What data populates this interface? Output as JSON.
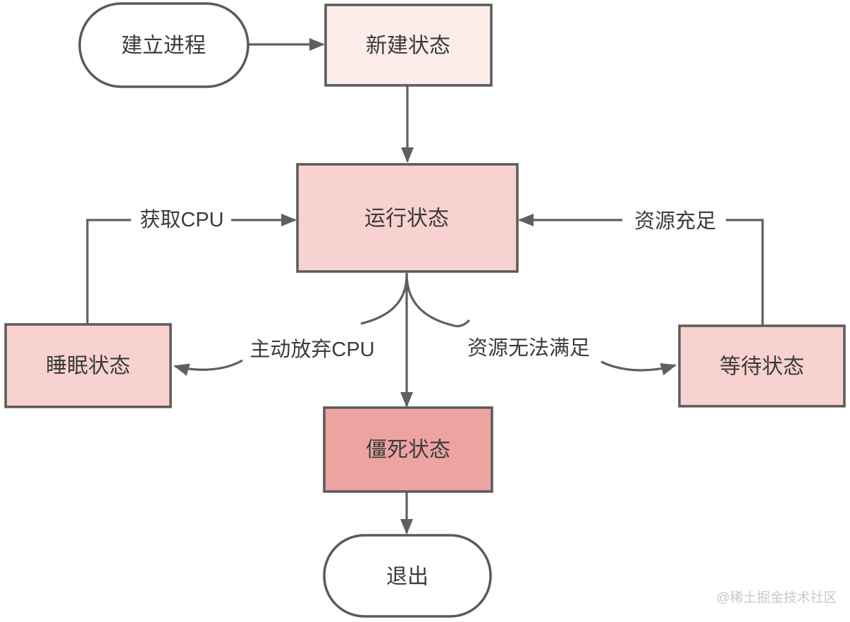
{
  "diagram": {
    "type": "flowchart",
    "subject": "process-states",
    "nodes": {
      "create_process": {
        "label": "建立进程"
      },
      "new_state": {
        "label": "新建状态"
      },
      "running_state": {
        "label": "运行状态"
      },
      "sleep_state": {
        "label": "睡眠状态"
      },
      "waiting_state": {
        "label": "等待状态"
      },
      "zombie_state": {
        "label": "僵死状态"
      },
      "exit": {
        "label": "退出"
      }
    },
    "edge_labels": {
      "acquire_cpu": "获取CPU",
      "resources_sufficient": "资源充足",
      "yield_cpu": "主动放弃CPU",
      "resources_unsatisfied": "资源无法满足"
    },
    "watermark": "@稀土掘金技术社区",
    "colors": {
      "border": "#5a5a5a",
      "line": "#5f5f5f",
      "text": "#3b3b3b",
      "node_white": "#ffffff",
      "node_light_pink": "#fcedeb",
      "node_pink": "#f8d2d0",
      "node_dark_pink": "#eda4a1",
      "watermark": "#c9c9c9",
      "background": "#ffffff"
    }
  }
}
